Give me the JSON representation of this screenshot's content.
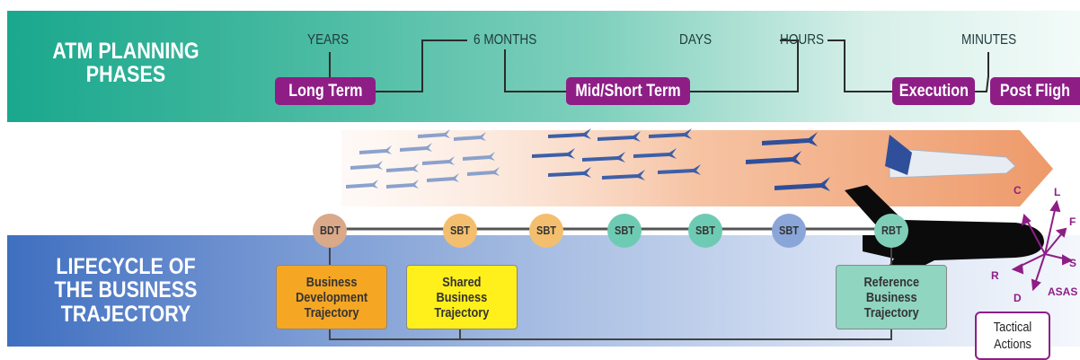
{
  "planning": {
    "title_line1": "ATM PLANNING",
    "title_line2": "PHASES",
    "scale": [
      "YEARS",
      "6 MONTHS",
      "DAYS",
      "HOURS",
      "MINUTES"
    ],
    "phases": [
      "Long Term",
      "Mid/Short Term",
      "Execution",
      "Post Fligh"
    ]
  },
  "lifecycle": {
    "title_line1": "LIFECYCLE OF",
    "title_line2": "THE BUSINESS",
    "title_line3": "TRAJECTORY",
    "nodes": [
      "BDT",
      "SBT",
      "SBT",
      "SBT",
      "SBT",
      "SBT",
      "RBT"
    ],
    "boxes": {
      "business_development": [
        "Business",
        "Development",
        "Trajectory"
      ],
      "shared_business": [
        "Shared",
        "Business",
        "Trajectory"
      ],
      "reference_business": [
        "Reference",
        "Business",
        "Trajectory"
      ]
    }
  },
  "tactical": {
    "letters": {
      "c": "C",
      "l": "L",
      "f": "F",
      "s": "S",
      "r": "R",
      "d": "D",
      "asas": "ASAS"
    },
    "box_line1": "Tactical",
    "box_line2": "Actions"
  },
  "colors": {
    "phase_box": "#8e1e86",
    "bdt_node": "#d9a98a",
    "sbt_node_orange": "#f3bf6e",
    "sbt_node_teal": "#6ecbb3",
    "sbt_node_blue": "#8aa6d8",
    "rbt_node": "#7fcfb8",
    "business_development_box": "#f5a623",
    "shared_business_box": "#ffef1a",
    "reference_business_box": "#8fd5bf"
  }
}
